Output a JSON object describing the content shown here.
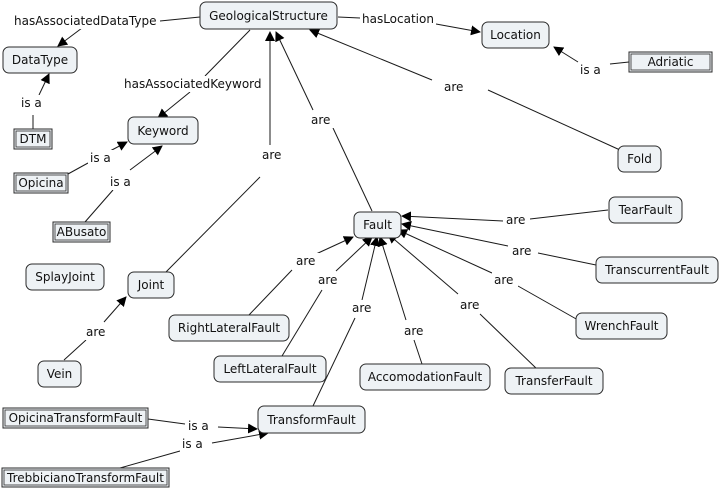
{
  "nodes": {
    "geological_structure": "GeologicalStructure",
    "datatype": "DataType",
    "location": "Location",
    "adriatic": "Adriatic",
    "dtm": "DTM",
    "keyword": "Keyword",
    "opicina": "Opicina",
    "abusato": "ABusato",
    "fold": "Fold",
    "fault": "Fault",
    "tearfault": "TearFault",
    "splayjoint": "SplayJoint",
    "joint": "Joint",
    "transcurrentfault": "TranscurrentFault",
    "wrenchfault": "WrenchFault",
    "rightlateralfault": "RightLateralFault",
    "leftlateralfault": "LeftLateralFault",
    "accomodationfault": "AccomodationFault",
    "transferfault": "TransferFault",
    "vein": "Vein",
    "opicinatransformfault": "OpicinaTransformFault",
    "transformfault": "TransformFault",
    "trebbicianotransformfault": "TrebbicianoTransformFault"
  },
  "edges": {
    "has_associated_data_type": "hasAssociatedDataType",
    "has_location": "hasLocation",
    "has_associated_keyword": "hasAssociatedKeyword",
    "adriatic_is_a": "is a",
    "dtm_is_a": "is a",
    "opicina_is_a": "is a",
    "abusato_is_a": "is a",
    "fold_are": "are",
    "fault_are": "are",
    "joint_are": "are",
    "tearfault_are": "are",
    "transcurrent_are": "are",
    "wrench_are": "are",
    "rightlateral_are": "are",
    "leftlateral_are": "are",
    "transform_are": "are",
    "accomodation_are": "are",
    "transfer_are": "are",
    "vein_are": "are",
    "opicina_tf_is_a": "is a",
    "trebbiciano_tf_is_a": "is a"
  }
}
